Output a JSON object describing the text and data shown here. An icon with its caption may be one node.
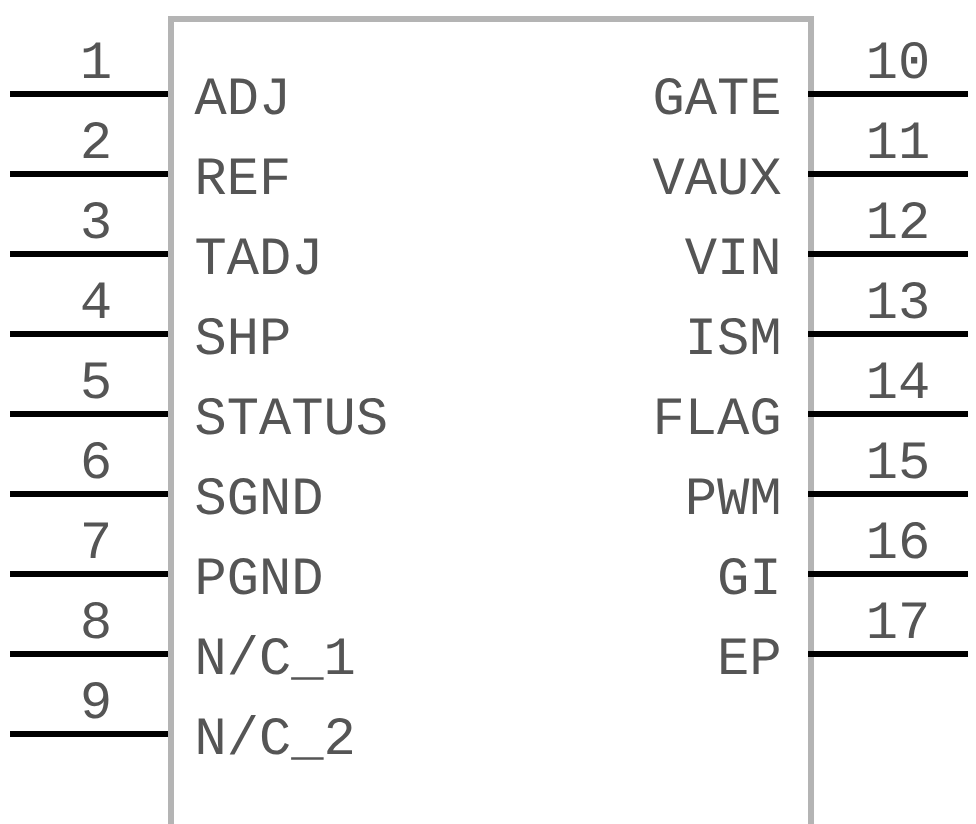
{
  "diagram": {
    "nodes": [
      {
        "text": [],
        "shape": "box"
      }
    ],
    "edges": [],
    "labels": [
      "1",
      "ADJ",
      "GATE",
      "10",
      "2",
      "REF",
      "VAUX",
      "11",
      "3",
      "TADJ",
      "VIN",
      "12",
      "4",
      "SHP",
      "ISM",
      "13",
      "5",
      "STATUS",
      "FLAG",
      "14",
      "6",
      "SGND",
      "PWM",
      "15",
      "7",
      "PGND",
      "GI",
      "16",
      "8",
      "N/C_1",
      "EP",
      "17",
      "9",
      "N/C_2"
    ]
  }
}
